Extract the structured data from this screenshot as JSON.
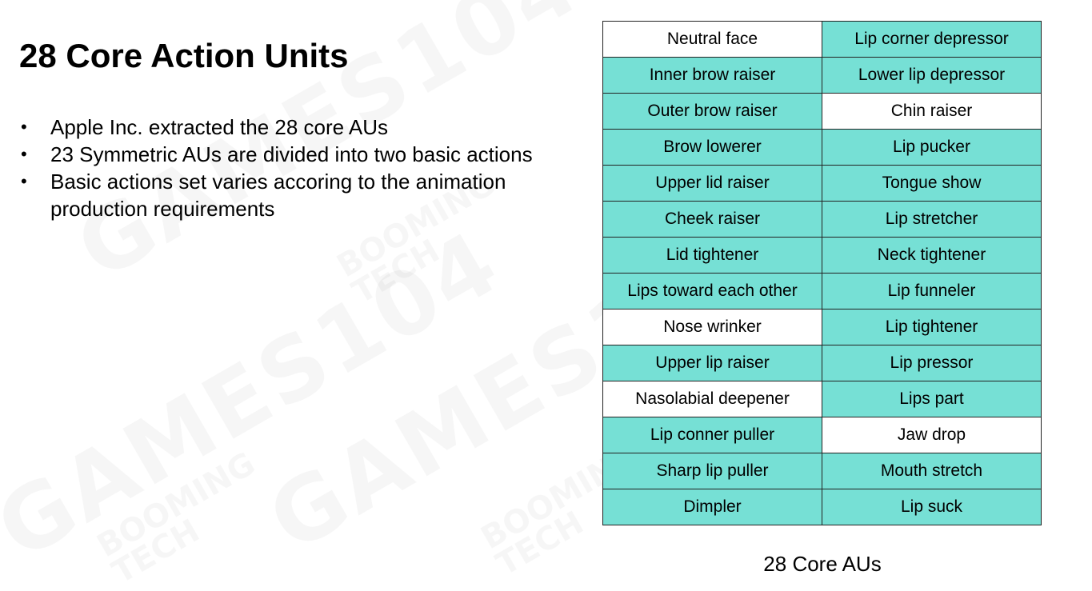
{
  "slide": {
    "title": "28 Core Action Units",
    "bullets": [
      "Apple Inc. extracted the 28 core AUs",
      "23 Symmetric AUs are divided into two basic actions",
      "Basic actions set varies accoring to the animation production requirements"
    ],
    "bullet_glyph": "•",
    "caption": "28 Core AUs"
  },
  "table": {
    "colors": {
      "highlight": "#76e0d5",
      "plain": "#ffffff",
      "border": "#222222"
    },
    "rows": [
      [
        {
          "text": "Neutral face",
          "highlight": false
        },
        {
          "text": "Lip corner depressor",
          "highlight": true
        }
      ],
      [
        {
          "text": "Inner brow raiser",
          "highlight": true
        },
        {
          "text": "Lower lip depressor",
          "highlight": true
        }
      ],
      [
        {
          "text": "Outer brow raiser",
          "highlight": true
        },
        {
          "text": "Chin raiser",
          "highlight": false
        }
      ],
      [
        {
          "text": "Brow lowerer",
          "highlight": true
        },
        {
          "text": "Lip pucker",
          "highlight": true
        }
      ],
      [
        {
          "text": "Upper lid raiser",
          "highlight": true
        },
        {
          "text": "Tongue show",
          "highlight": true
        }
      ],
      [
        {
          "text": "Cheek raiser",
          "highlight": true
        },
        {
          "text": "Lip stretcher",
          "highlight": true
        }
      ],
      [
        {
          "text": "Lid tightener",
          "highlight": true
        },
        {
          "text": "Neck tightener",
          "highlight": true
        }
      ],
      [
        {
          "text": "Lips toward each other",
          "highlight": true
        },
        {
          "text": "Lip funneler",
          "highlight": true
        }
      ],
      [
        {
          "text": "Nose wrinker",
          "highlight": false
        },
        {
          "text": "Lip tightener",
          "highlight": true
        }
      ],
      [
        {
          "text": "Upper lip raiser",
          "highlight": true
        },
        {
          "text": "Lip pressor",
          "highlight": true
        }
      ],
      [
        {
          "text": "Nasolabial deepener",
          "highlight": false
        },
        {
          "text": "Lips part",
          "highlight": true
        }
      ],
      [
        {
          "text": "Lip conner puller",
          "highlight": true
        },
        {
          "text": "Jaw drop",
          "highlight": false
        }
      ],
      [
        {
          "text": "Sharp lip puller",
          "highlight": true
        },
        {
          "text": "Mouth stretch",
          "highlight": true
        }
      ],
      [
        {
          "text": "Dimpler",
          "highlight": true
        },
        {
          "text": "Lip suck",
          "highlight": true
        }
      ]
    ]
  },
  "watermark": {
    "primary": "GAMES104",
    "secondary_line1": "BOOMING",
    "secondary_line2": "TECH"
  }
}
